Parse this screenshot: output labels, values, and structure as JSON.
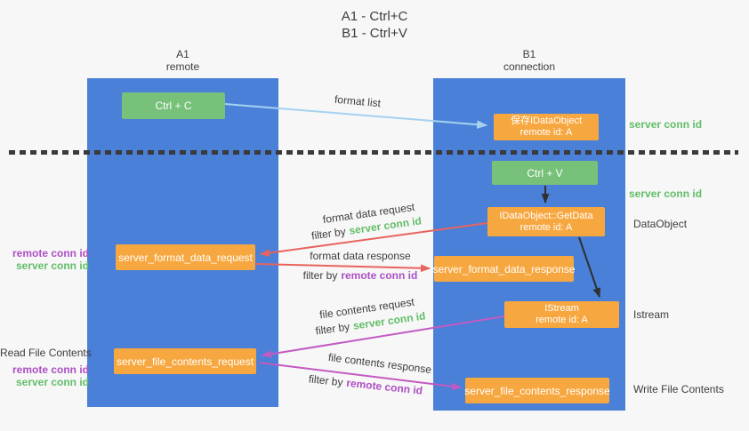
{
  "title": {
    "line1": "A1 - Ctrl+C",
    "line2": "B1 - Ctrl+V"
  },
  "columns": {
    "a1": {
      "title": "A1",
      "subtitle": "remote"
    },
    "b1": {
      "title": "B1",
      "subtitle": "connection"
    }
  },
  "nodes": {
    "ctrl_c": {
      "label": "Ctrl + C"
    },
    "save_idataobject": {
      "line1": "保存IDataObject",
      "line2": "remote id: A"
    },
    "ctrl_v": {
      "label": "Ctrl + V"
    },
    "getdata": {
      "line1": "IDataObject::GetData",
      "line2": "remote id: A"
    },
    "format_request": {
      "label": "server_format_data_request"
    },
    "format_response": {
      "label": "server_format_data_response"
    },
    "istream": {
      "line1": "IStream",
      "line2": "remote id: A"
    },
    "file_request": {
      "label": "server_file_contents_request"
    },
    "file_response": {
      "label": "server_file_contents_response"
    }
  },
  "edges": {
    "format_list": "format list",
    "format_data_request": "format data request",
    "format_data_request_filter": {
      "prefix": "filter by",
      "key": "server conn id"
    },
    "format_data_response": "format data response",
    "format_data_response_filter": {
      "prefix": "filter by",
      "key": "remote conn id"
    },
    "file_contents_request": "file contents request",
    "file_contents_request_filter": {
      "prefix": "filter by",
      "key": "server conn id"
    },
    "file_contents_response": "file contents response",
    "file_contents_response_filter": {
      "prefix": "filter by",
      "key": "remote conn id"
    }
  },
  "side_labels": {
    "left": {
      "remote_conn_id": "remote conn id",
      "server_conn_id": "server conn id",
      "read_file_contents": "Read File Contents",
      "remote_conn_id_2": "remote conn id",
      "server_conn_id_2": "server conn id"
    },
    "right": {
      "server_conn_id_top": "server conn id",
      "server_conn_id_mid": "server conn id",
      "dataobject": "DataObject",
      "istream": "Istream",
      "write_file_contents": "Write File Contents"
    }
  },
  "colors": {
    "column_blue": "#4a80d8",
    "node_green": "#77c17a",
    "node_orange": "#f7a73f",
    "arrow_light_blue": "#a5d2f0",
    "arrow_red": "#e8635e",
    "arrow_magenta": "#c35ac2",
    "arrow_black": "#2f2f2f",
    "text_green": "#62bd68",
    "text_purple": "#ad4fc4",
    "text_dark": "#3d3d3d",
    "background": "#f7f7f7"
  }
}
